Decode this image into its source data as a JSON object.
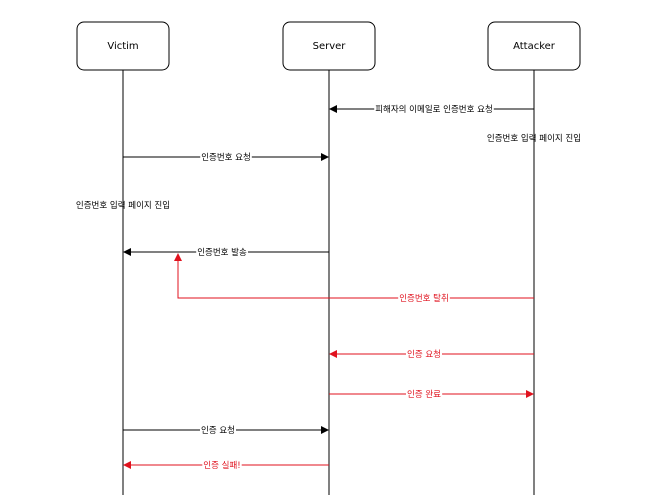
{
  "colors": {
    "normal": "#000000",
    "attack": "#e0121e"
  },
  "actors": {
    "victim": "Victim",
    "server": "Server",
    "attacker": "Attacker"
  },
  "notes": {
    "attacker_enter": "인증번호 입력 페이지 진입",
    "victim_enter": "인증번호 입력 페이지 진입"
  },
  "messages": [
    {
      "label": "피해자의 이메일로 인증번호 요청",
      "from": "attacker",
      "to": "server",
      "style": "normal"
    },
    {
      "label": "인증번호 요청",
      "from": "victim",
      "to": "server",
      "style": "normal"
    },
    {
      "label": "인증번호 발송",
      "from": "server",
      "to": "victim",
      "style": "normal"
    },
    {
      "label": "인증번호 탈취",
      "from": "attacker",
      "to": "victim",
      "style": "attack"
    },
    {
      "label": "인증 요청",
      "from": "attacker",
      "to": "server",
      "style": "attack"
    },
    {
      "label": "인증 완료",
      "from": "server",
      "to": "attacker",
      "style": "attack"
    },
    {
      "label": "인증 요청",
      "from": "victim",
      "to": "server",
      "style": "normal"
    },
    {
      "label": "인증 실패!",
      "from": "server",
      "to": "victim",
      "style": "attack"
    }
  ]
}
